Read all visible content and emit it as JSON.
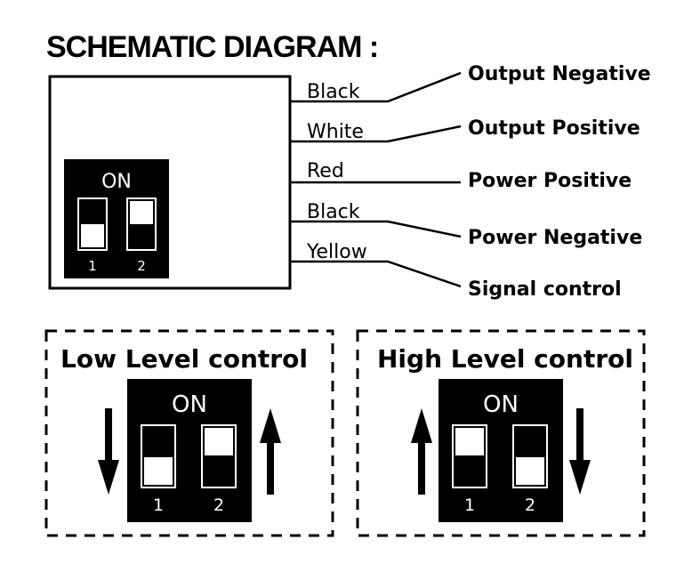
{
  "title": "SCHEMATIC DIAGRAM :",
  "wires": [
    {
      "color": "Black",
      "function": "Output Negative"
    },
    {
      "color": "White",
      "function": "Output Positive"
    },
    {
      "color": "Red",
      "function": "Power Positive"
    },
    {
      "color": "Black",
      "function": "Power Negative"
    },
    {
      "color": "Yellow",
      "function": "Signal control"
    }
  ],
  "main_switch": {
    "on_label": "ON",
    "switch_1_label": "1",
    "switch_2_label": "2"
  },
  "low_level": {
    "title": "Low Level control",
    "on_label": "ON",
    "switch_1_label": "1",
    "switch_2_label": "2"
  },
  "high_level": {
    "title": "High Level control",
    "on_label": "ON",
    "switch_1_label": "1",
    "switch_2_label": "2"
  }
}
